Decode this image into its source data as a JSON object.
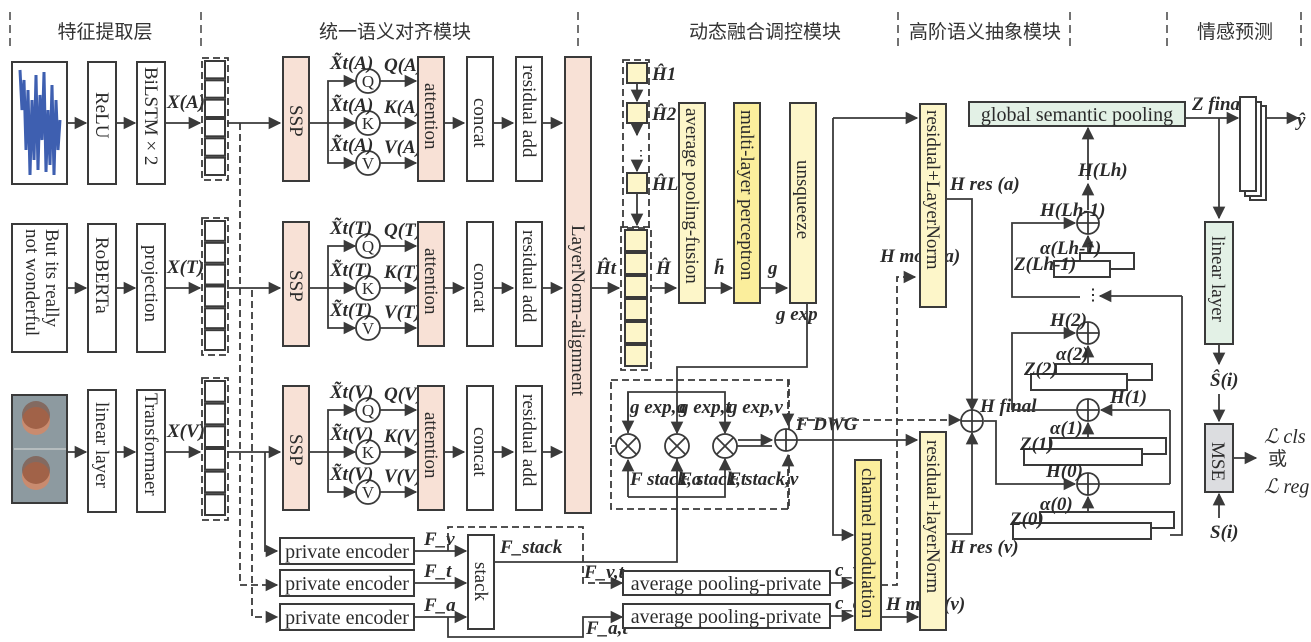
{
  "headers": {
    "feature_extraction": "特征提取层",
    "semantic_alignment": "统一语义对齐模块",
    "dynamic_fusion": "动态融合调控模块",
    "high_order_abstraction": "高阶语义抽象模块",
    "emotion_prediction": "情感预测"
  },
  "inputs": {
    "audio": "audio-waveform",
    "text_line1": "But its really",
    "text_line2": "not wonderful",
    "video": "face-frames"
  },
  "feature_extraction": {
    "audio": [
      "ReLU",
      "BiLSTM × 2"
    ],
    "text": [
      "RoBERTa",
      "projection"
    ],
    "video": [
      "linear layer",
      "Transformaer"
    ],
    "outputs": [
      "X(A)",
      "X(T)",
      "X(V)"
    ]
  },
  "alignment": {
    "ssp": "SSP",
    "q": "Q",
    "k": "K",
    "v": "V",
    "attention": "attention",
    "concat": "concat",
    "residual_add": "residual add",
    "layernorm_alignment": "LayerNorm-alignment",
    "modalities": [
      "A",
      "T",
      "V"
    ]
  },
  "private": {
    "encoder_label": "private encoder",
    "stack_label": "stack",
    "features": [
      "F_v",
      "F_t",
      "F_a"
    ],
    "stack_out": "F_stack",
    "avg_pool_private": "average pooling-private",
    "c_labels": [
      "c_v",
      "c_a"
    ],
    "f_vt": "F_v,t",
    "f_at": "F_a,t"
  },
  "fusion": {
    "h_list": [
      "Ĥ1",
      "Ĥ2",
      "ĤL"
    ],
    "h_t": "Ĥt",
    "h_hat": "Ĥ",
    "avg_pool_fusion": "average pooling-fusion",
    "mlp": "multi-layer perceptron",
    "h_bar": "h̄",
    "g": "g",
    "unsqueeze": "unsqueeze",
    "g_exp": "g exp",
    "g_exp_parts": [
      "g exp,a",
      "g exp,t",
      "g exp,v"
    ],
    "f_stack_parts": [
      "F stack,a",
      "F stack,t",
      "F stack,v"
    ],
    "f_dwg": "F DWG",
    "channel_modulation": "channel modulation",
    "residual_layernorm_a": "residual+LayerNorm",
    "residual_layernorm_v": "residual+layerNorm",
    "h_res_a": "H res (a)",
    "h_res_v": "H res (v)",
    "h_mod_a": "H mod (a)",
    "h_mod_v": "H mod (v)",
    "h_final": "H final"
  },
  "abstraction": {
    "global_pooling": "global semantic pooling",
    "z_final": "Z final",
    "levels": [
      "H(Lh)",
      "H(Lh-1)",
      "H(2)",
      "H(1)",
      "H(0)"
    ],
    "z_labels": [
      "Z(Lh-1)",
      "Z(2)",
      "Z(1)",
      "Z(0)"
    ],
    "alpha_labels": [
      "α(Lh-1)",
      "α(2)",
      "α(1)",
      "α(0)"
    ]
  },
  "prediction": {
    "y_hat": "ŷ",
    "linear_layer": "linear layer",
    "s_hat": "Ŝ(i)",
    "mse": "MSE",
    "s": "S(i)",
    "loss_cls": "ℒ cls",
    "or": "或",
    "loss_reg": "ℒ reg"
  },
  "colors": {
    "alignment_block": "#f8e1d6",
    "fusion_block": "#fdf6c9",
    "mlp_block": "#fbee9c",
    "prediction_block": "#e3f1e6",
    "mse_block": "#dcdde0",
    "waveform": "#3e5fb0"
  }
}
